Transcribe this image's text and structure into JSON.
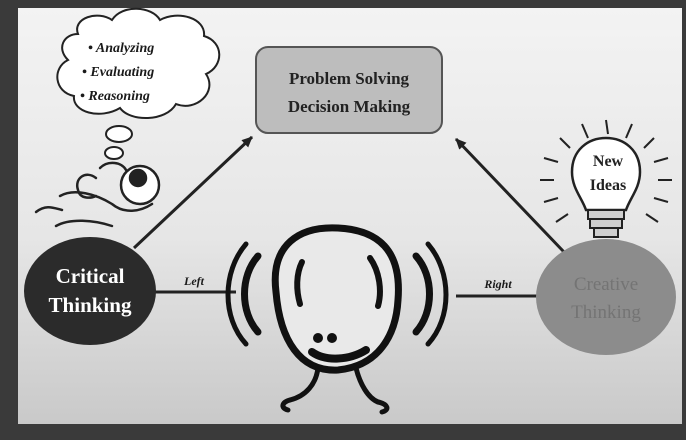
{
  "cloud": {
    "items": [
      "• Analyzing",
      "• Evaluating",
      "• Reasoning"
    ]
  },
  "center_box": {
    "line1": "Problem Solving",
    "line2": "Decision Making"
  },
  "left_node": {
    "line1": "Critical",
    "line2": "Thinking",
    "line_label": "Left"
  },
  "right_node": {
    "line1": "Creative",
    "line2": "Thinking",
    "line_label": "Right"
  },
  "bulb": {
    "line1": "New",
    "line2": "Ideas"
  },
  "colors": {
    "left_node_fill": "#2b2b2b",
    "right_node_fill": "#8c8c8c",
    "box_fill": "#bdbdbd",
    "background": "#ebebeb"
  }
}
